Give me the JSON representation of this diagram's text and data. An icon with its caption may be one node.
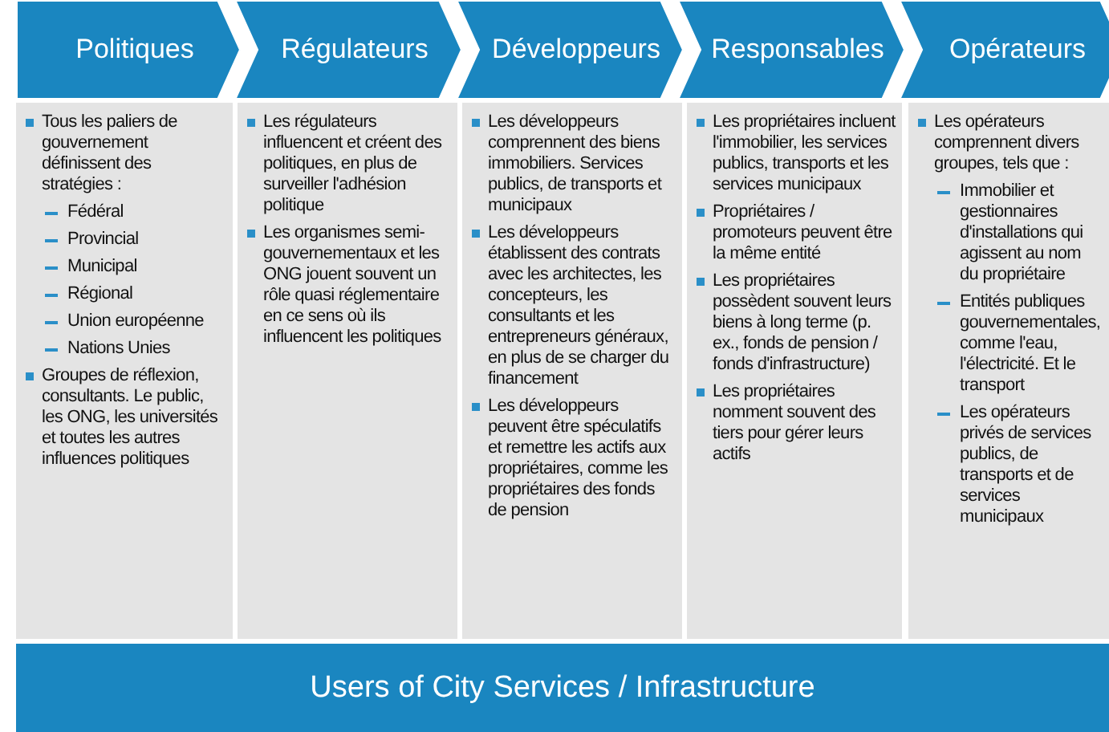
{
  "diagram": {
    "nodes": [
      {
        "text": [
          "Politiques"
        ]
      },
      {
        "text": [
          "Régulateurs"
        ]
      },
      {
        "text": [
          "Développeurs"
        ]
      },
      {
        "text": [
          "Responsables"
        ]
      },
      {
        "text": [
          "Opérateurs"
        ]
      },
      {
        "text": [
          "Tous les paliers de gouvernement définissent des stratégies :",
          "Fédéral",
          "Provincial",
          "Municipal",
          "Régional",
          "Union européenne",
          "Nations Unies",
          "Groupes de réflexion, consultants. Le public, les ONG, les universités et toutes les autres influences politiques"
        ]
      },
      {
        "text": [
          "Les régulateurs influencent et créent des politiques, en plus de surveiller l'adhésion politique",
          "Les organismes semi-gouvernementaux et les ONG jouent souvent un rôle quasi réglementaire en ce sens où ils influencent les politiques"
        ]
      },
      {
        "text": [
          "Les développeurs comprennent des biens immobiliers. Services publics, de transports et municipaux",
          "Les développeurs établissent des contrats avec les architectes, les concepteurs, les consultants et les entrepreneurs généraux, en plus de se charger du financement",
          "Les développeurs peuvent être spéculatifs et remettre les actifs aux propriétaires, comme les propriétaires des fonds de pension"
        ]
      },
      {
        "text": [
          "Les propriétaires incluent l'immobilier, les services publics, transports et les services municipaux",
          "Propriétaires / promoteurs peuvent être la même entité",
          "Les propriétaires possèdent souvent leurs biens à long terme (p. ex., fonds de pension / fonds d'infrastructure)",
          "Les propriétaires nomment souvent des tiers pour gérer leurs actifs"
        ]
      },
      {
        "text": [
          "Les opérateurs comprennent divers groupes, tels que :",
          "Immobilier et gestionnaires d'installations qui agissent au nom du propriétaire",
          "Entités publiques gouvernementales, comme l'eau, l'électricité. Et le transport",
          "Les opérateurs privés de services publics, de transports et de services municipaux"
        ]
      },
      {
        "text": [
          "Users of City Services / Infrastructure"
        ]
      }
    ]
  }
}
